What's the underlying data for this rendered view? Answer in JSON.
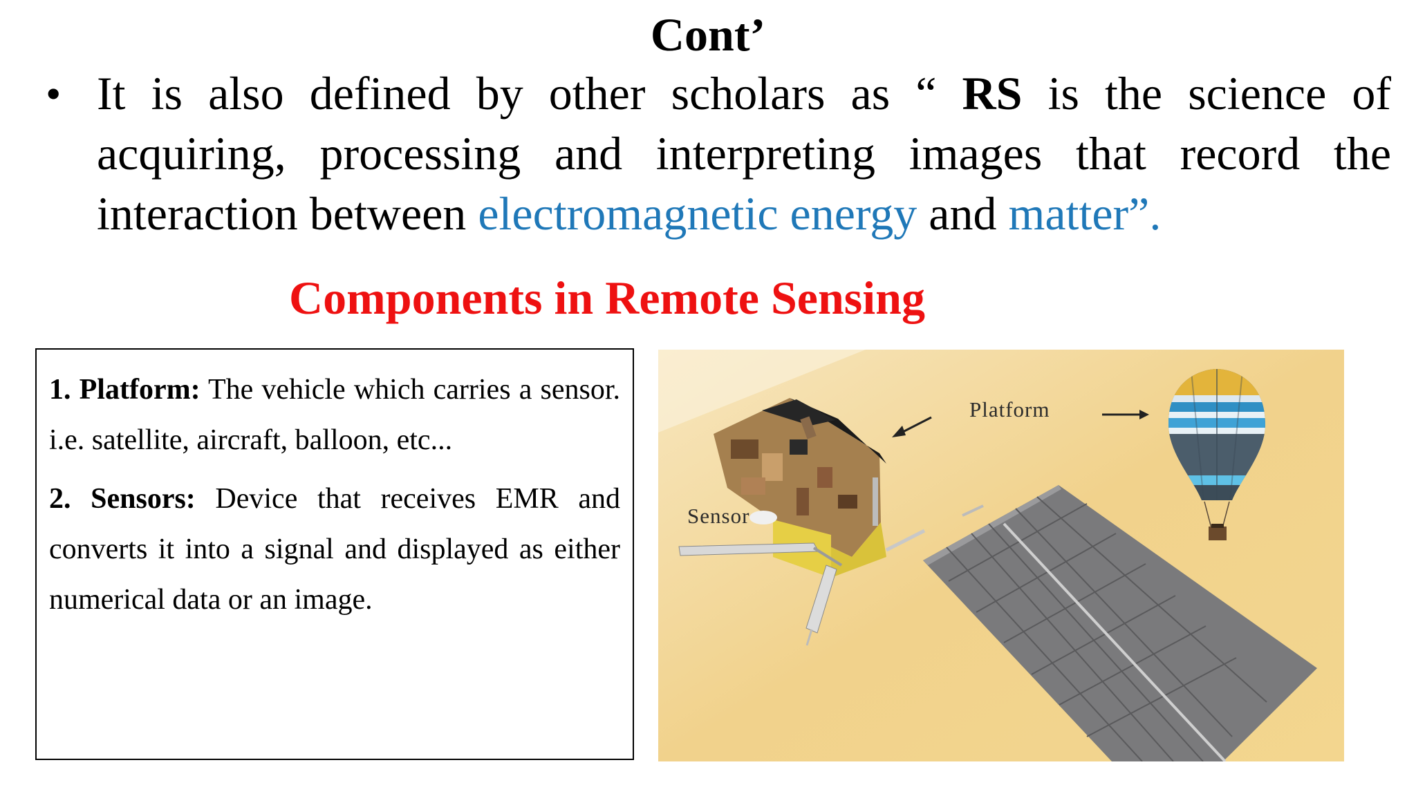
{
  "slide": {
    "title": "Cont’",
    "bullet": {
      "symbol": "•",
      "text_part1": "It is also defined by other scholars as “ ",
      "text_bold": "RS",
      "text_part2": " is the science of acquiring, processing and interpreting images that record the interaction between ",
      "highlight1": "electromagnetic energy",
      "text_part3": " and ",
      "highlight2": "matter”."
    },
    "subtitle": "Components in Remote Sensing",
    "components": [
      {
        "term": "1. Platform:",
        "desc": " The vehicle which carries a sensor.  i.e. satellite, aircraft, balloon, etc..."
      },
      {
        "term": "2. Sensors:",
        "desc": " Device that receives EMR and converts it into a signal and displayed as either numerical data or an image."
      }
    ],
    "illustration": {
      "platform_label": "Platform",
      "sensor_label": "Sensor"
    }
  },
  "colors": {
    "highlight_blue": "#1f78b8",
    "subtitle_red": "#ee1111"
  }
}
